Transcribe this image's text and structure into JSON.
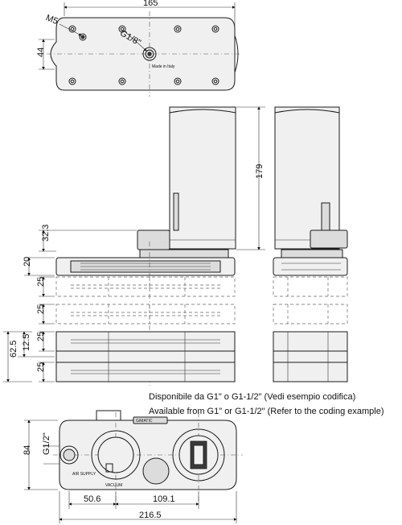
{
  "dimensions": {
    "top_width": "165",
    "top_height": "44",
    "thread_m5": "M5",
    "thread_g18": "G1/8\"",
    "height_179": "179",
    "height_323": "32.3",
    "height_20": "20",
    "module_25_a": "25",
    "module_25_b": "25",
    "module_25_c": "25",
    "module_25_d": "25",
    "height_625": "62.5",
    "height_125": "12.5",
    "bottom_84": "84",
    "bottom_g12": "G1/2\"",
    "bottom_506": "50.6",
    "bottom_1091": "109.1",
    "bottom_2165": "216.5"
  },
  "labels": {
    "made_in_italy": "Made in Italy",
    "air_supply": "AIR SUPPLY",
    "vacuum": "VACUUM",
    "brand": "GIMATIC"
  },
  "notes": {
    "italian": "Disponibile da G1\" o G1-1/2\"  (Vedi esempio codifica)",
    "english": "Available from G1\" or G1-1/2\"  (Refer to the coding example)"
  }
}
